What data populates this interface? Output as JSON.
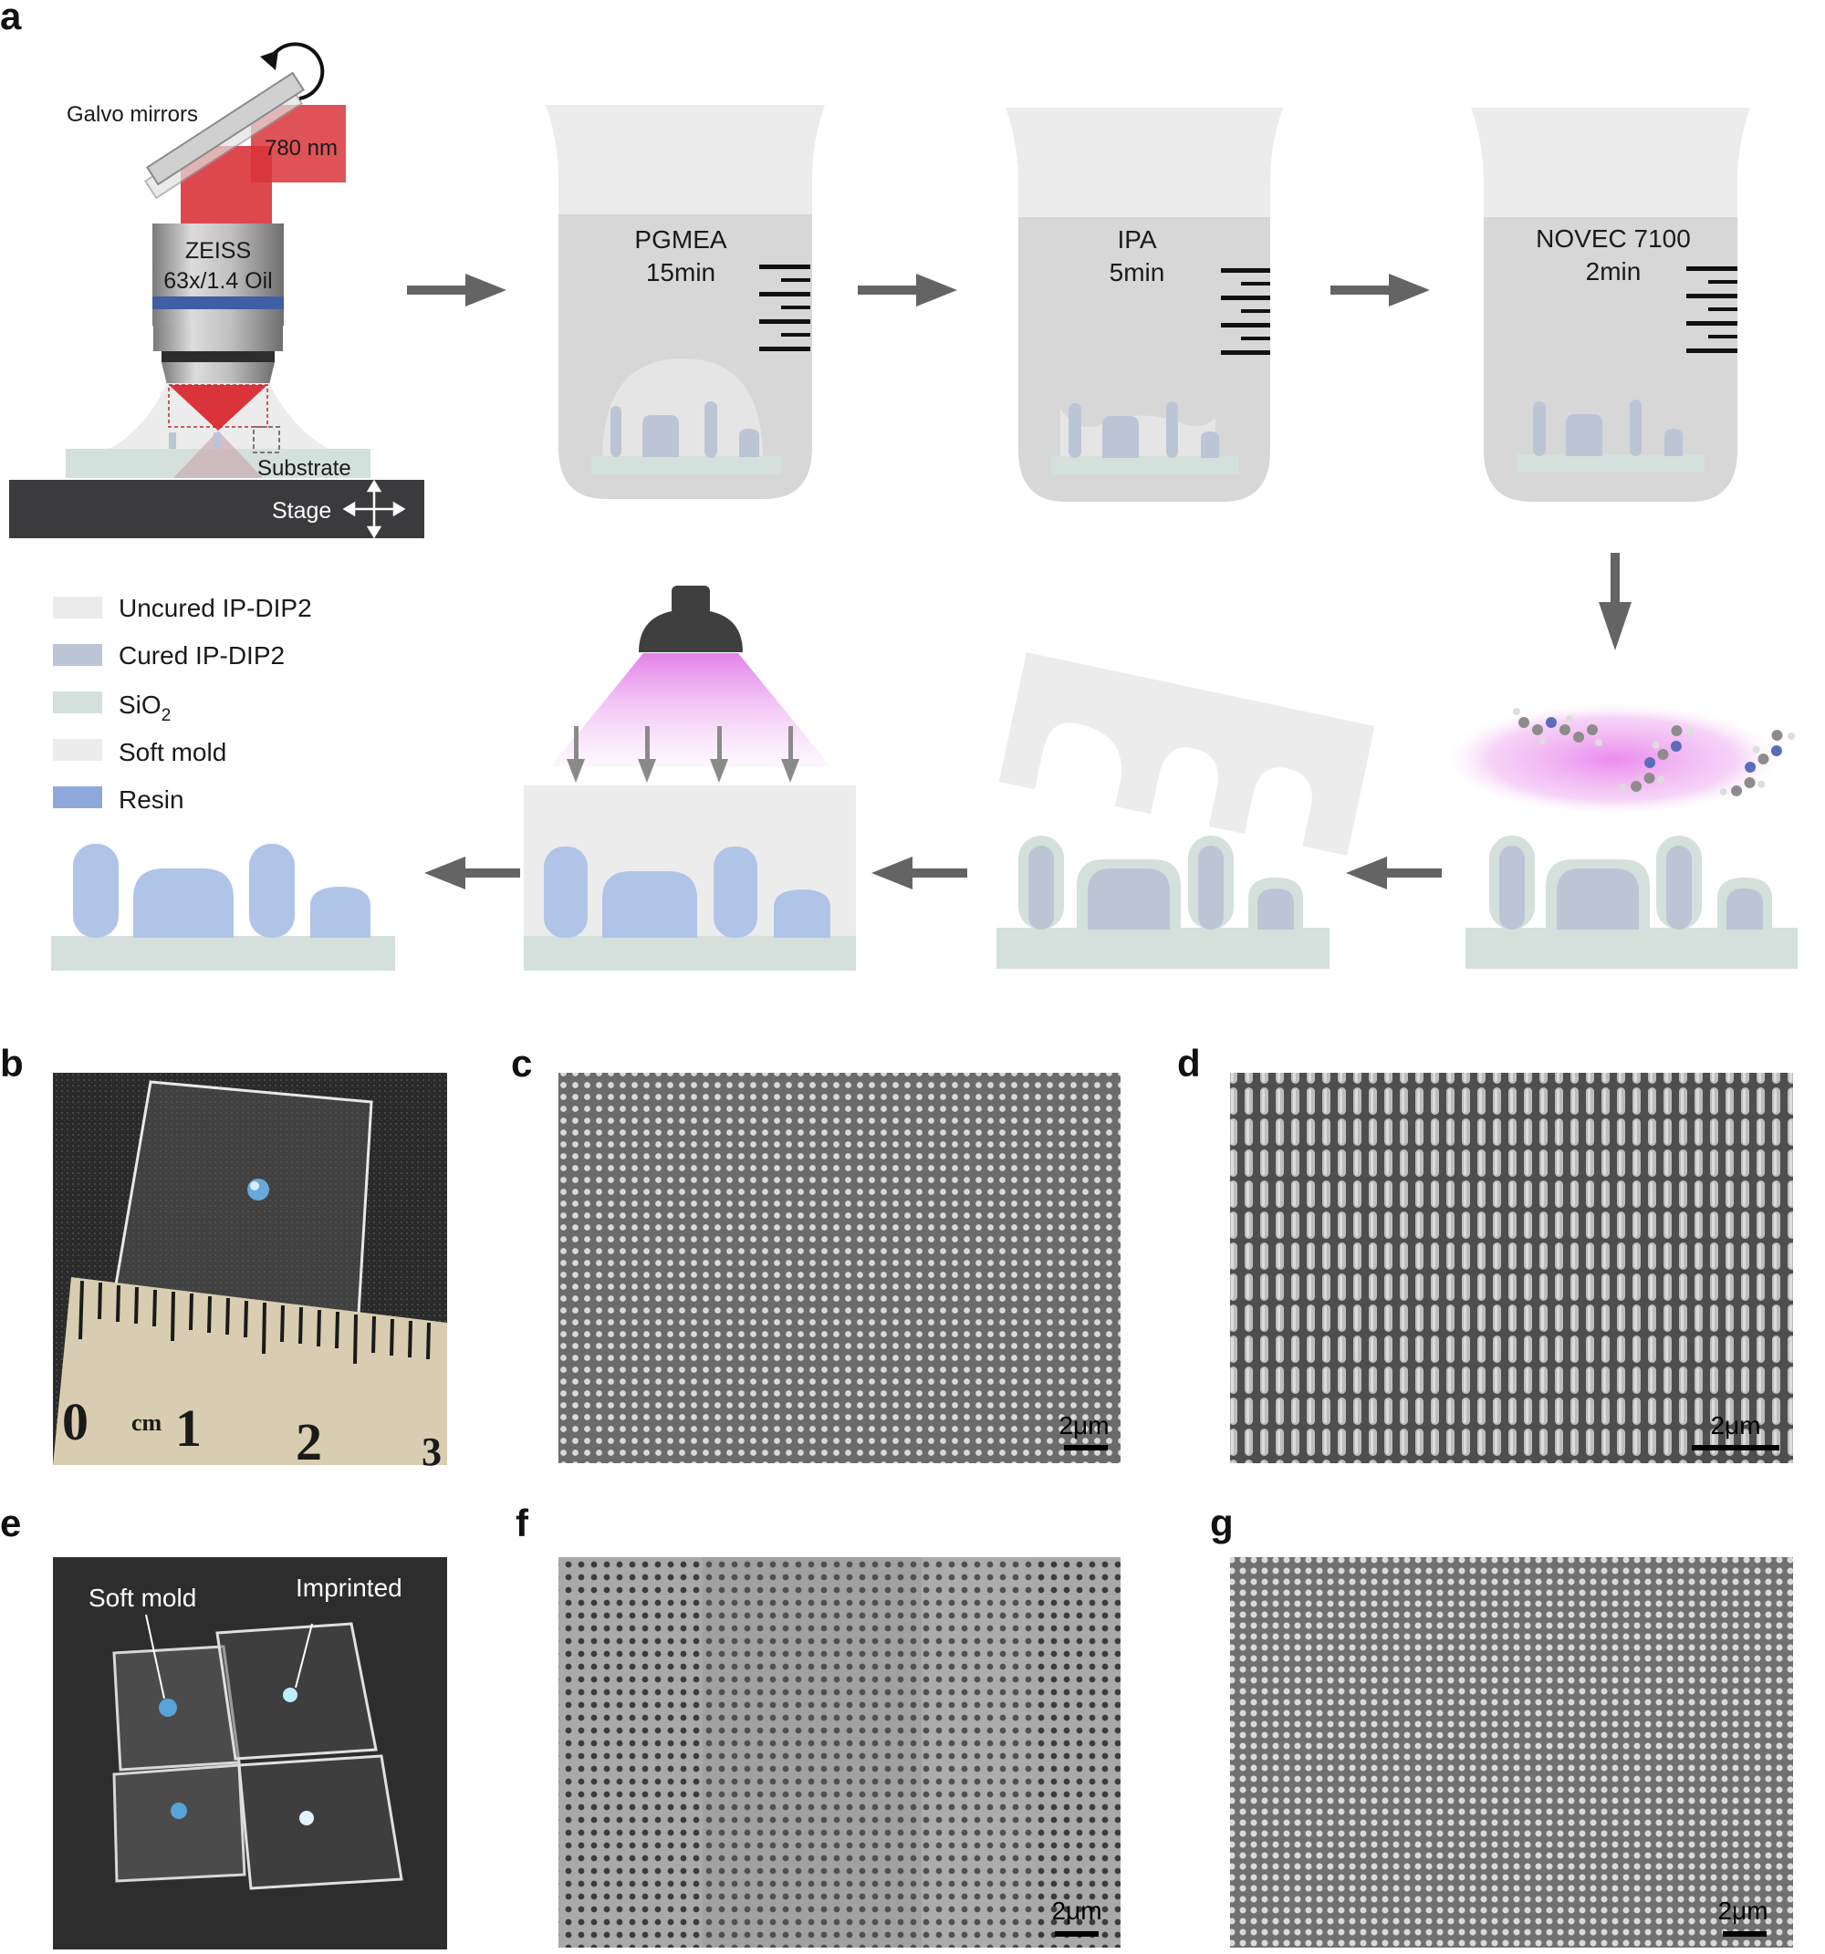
{
  "panel_labels": {
    "a": "a",
    "b": "b",
    "c": "c",
    "d": "d",
    "e": "e",
    "f": "f",
    "g": "g"
  },
  "setup": {
    "galvo": "Galvo mirrors",
    "laser": "780 nm",
    "objective_line1": "ZEISS",
    "objective_line2": "63x/1.4 Oil",
    "substrate": "Substrate",
    "stage": "Stage"
  },
  "beakers": [
    {
      "solvent": "PGMEA",
      "time": "15min"
    },
    {
      "solvent": "IPA",
      "time": "5min"
    },
    {
      "solvent": "NOVEC 7100",
      "time": "2min"
    }
  ],
  "legend": [
    {
      "label": "Uncured IP-DIP2",
      "color": "#ebebeb"
    },
    {
      "label": "Cured IP-DIP2",
      "color": "#bcc5d5"
    },
    {
      "label": "SiO",
      "sub": "2",
      "color": "#d3e0dc"
    },
    {
      "label": "Soft mold",
      "color": "#ececec"
    },
    {
      "label": "Resin",
      "color": "#8fa8dc"
    }
  ],
  "colors": {
    "laser": "#d9343a",
    "cured": "#bcc5d5",
    "sio2": "#d3e0dc",
    "resin": "#b0c4e8",
    "softmold": "#ececec",
    "arrow": "#646464",
    "stage": "#3b3b3d",
    "uv": "#e77ce9"
  },
  "micrographs": {
    "c_scale": "2μm",
    "d_scale": "2μm",
    "f_scale": "2μm",
    "g_scale": "2μm"
  },
  "photo_b": {
    "ruler_0": "0",
    "ruler_cm": "cm",
    "ruler_1": "1",
    "ruler_2": "2",
    "ruler_3": "3"
  },
  "photo_e": {
    "soft_mold": "Soft mold",
    "imprinted": "Imprinted"
  }
}
